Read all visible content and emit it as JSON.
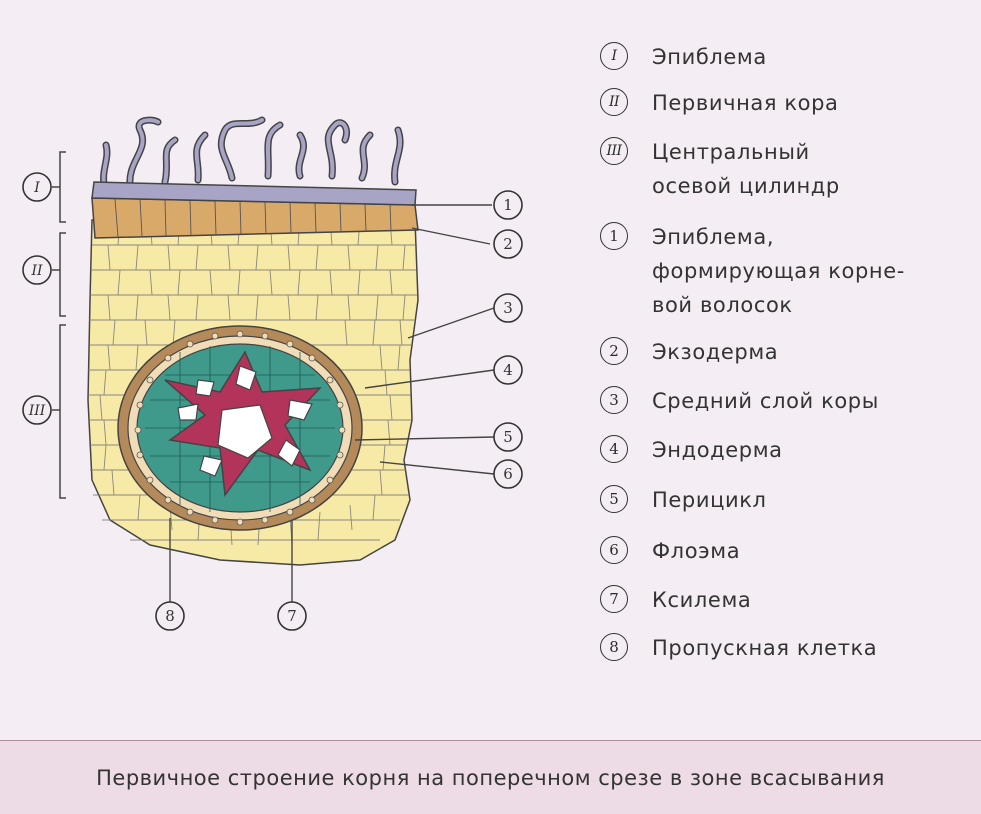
{
  "legend": {
    "items": [
      {
        "marker": "I",
        "label": "Эпиблема"
      },
      {
        "marker": "II",
        "label": "Первичная кора"
      },
      {
        "marker": "III",
        "label": "Центральный\nосевой цилиндр"
      },
      {
        "marker": "1",
        "label": "Эпиблема,\nформирующая корне-\nвой волосок"
      },
      {
        "marker": "2",
        "label": "Экзодерма"
      },
      {
        "marker": "3",
        "label": "Средний слой коры"
      },
      {
        "marker": "4",
        "label": "Эндодерма"
      },
      {
        "marker": "5",
        "label": "Перицикл"
      },
      {
        "marker": "6",
        "label": "Флоэма"
      },
      {
        "marker": "7",
        "label": "Ксилема"
      },
      {
        "marker": "8",
        "label": "Пропускная клетка"
      }
    ]
  },
  "zones": {
    "I": "I",
    "II": "II",
    "III": "III"
  },
  "callouts": {
    "c1": "1",
    "c2": "2",
    "c3": "3",
    "c4": "4",
    "c5": "5",
    "c6": "6",
    "c7": "7",
    "c8": "8"
  },
  "colors": {
    "background": "#f4edf3",
    "caption_bar": "#eddbe6",
    "epiblema": "#a8a4c6",
    "exodermis": "#d9a96a",
    "cortex": "#f7e9a6",
    "endodermis": "#b58a5a",
    "pericycle": "#f0dcb6",
    "phloem": "#3f9a8c",
    "xylem": "#b2345a",
    "xylem_vessel": "#ffffff"
  },
  "caption": "Первичное строение корня на поперечном срезе в зоне всасывания"
}
